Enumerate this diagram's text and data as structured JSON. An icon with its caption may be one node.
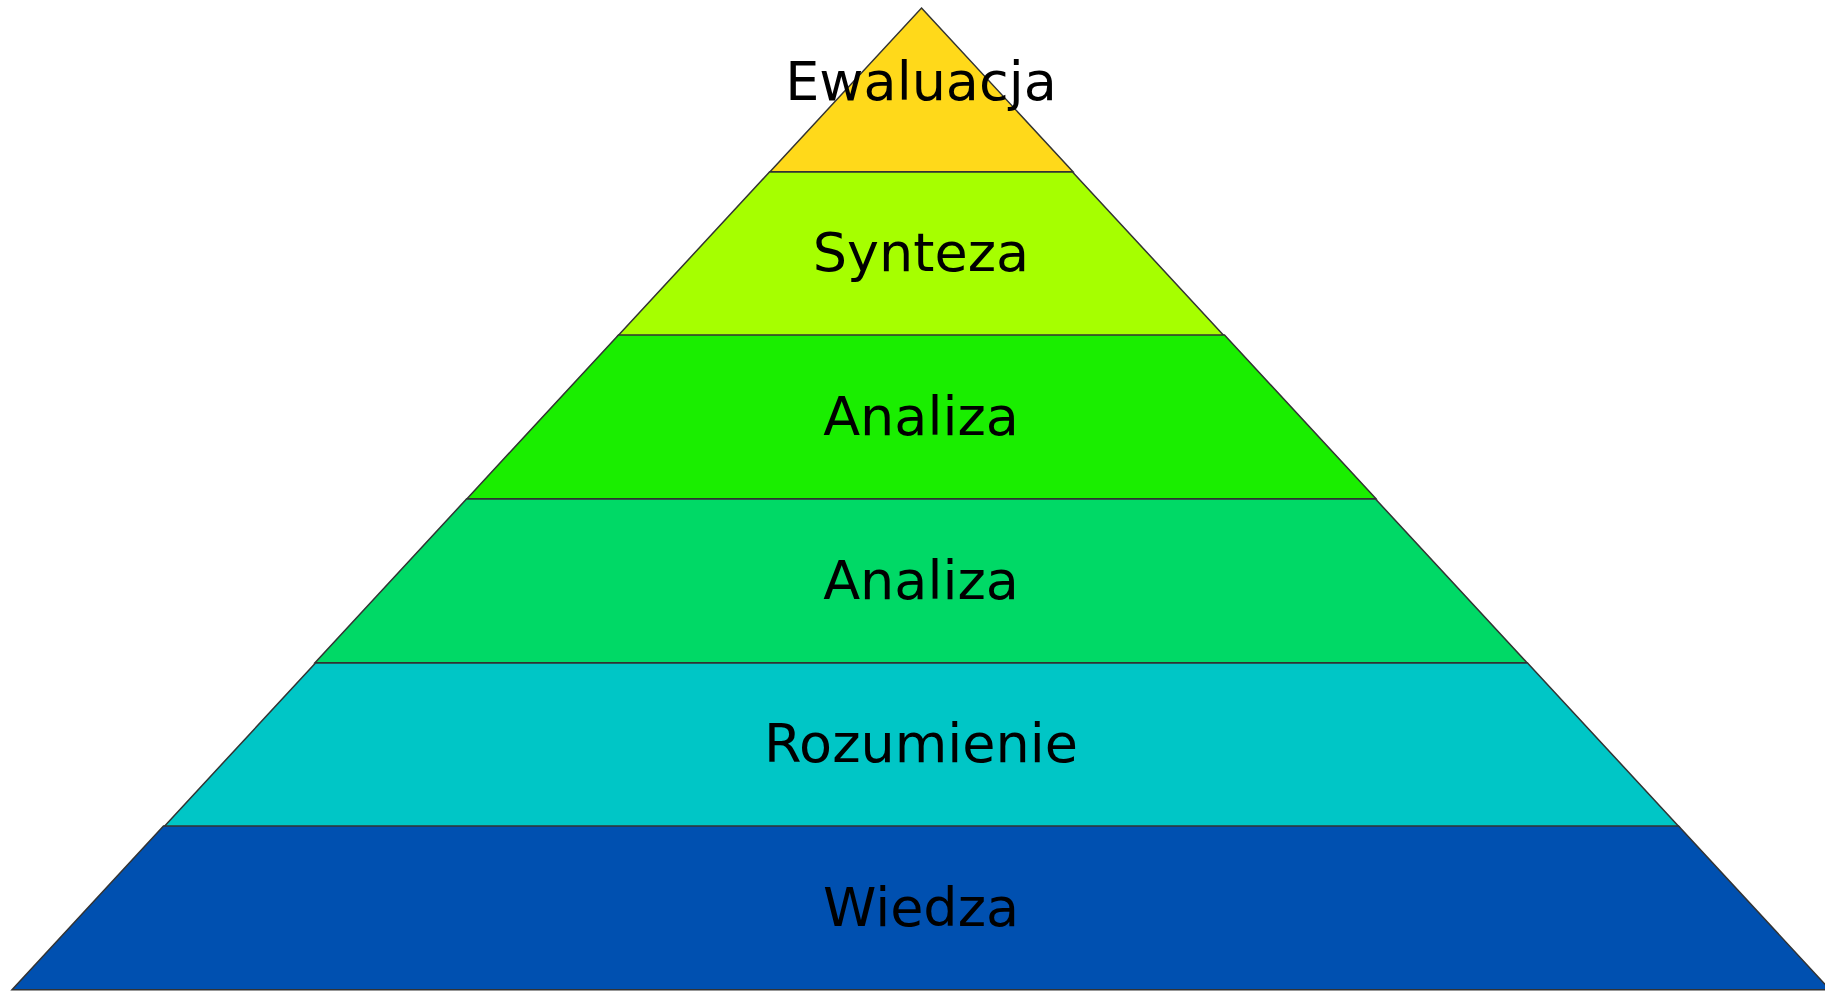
{
  "diagram": {
    "nodes": [
      {
        "text": [
          "Ewaluacja"
        ]
      },
      {
        "text": [
          "Synteza"
        ]
      },
      {
        "text": [
          "Analiza"
        ]
      },
      {
        "text": [
          "Analiza"
        ]
      },
      {
        "text": [
          "Rozumienie"
        ]
      },
      {
        "text": [
          "Wiedza"
        ]
      }
    ]
  }
}
